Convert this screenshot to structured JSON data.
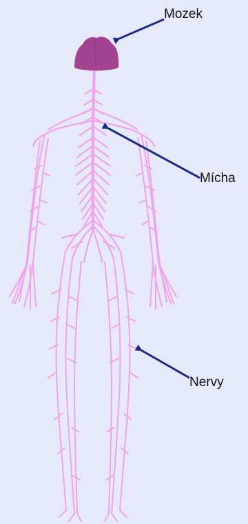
{
  "labels": {
    "brain": "Mozek",
    "spinal_cord": "Mícha",
    "nerves": "Nervy"
  },
  "colors": {
    "background": "#e6e9fa",
    "nerve": "#f2a2ea",
    "brain": "#a3428f",
    "arrow": "#1a2b88",
    "label": "#111111"
  }
}
